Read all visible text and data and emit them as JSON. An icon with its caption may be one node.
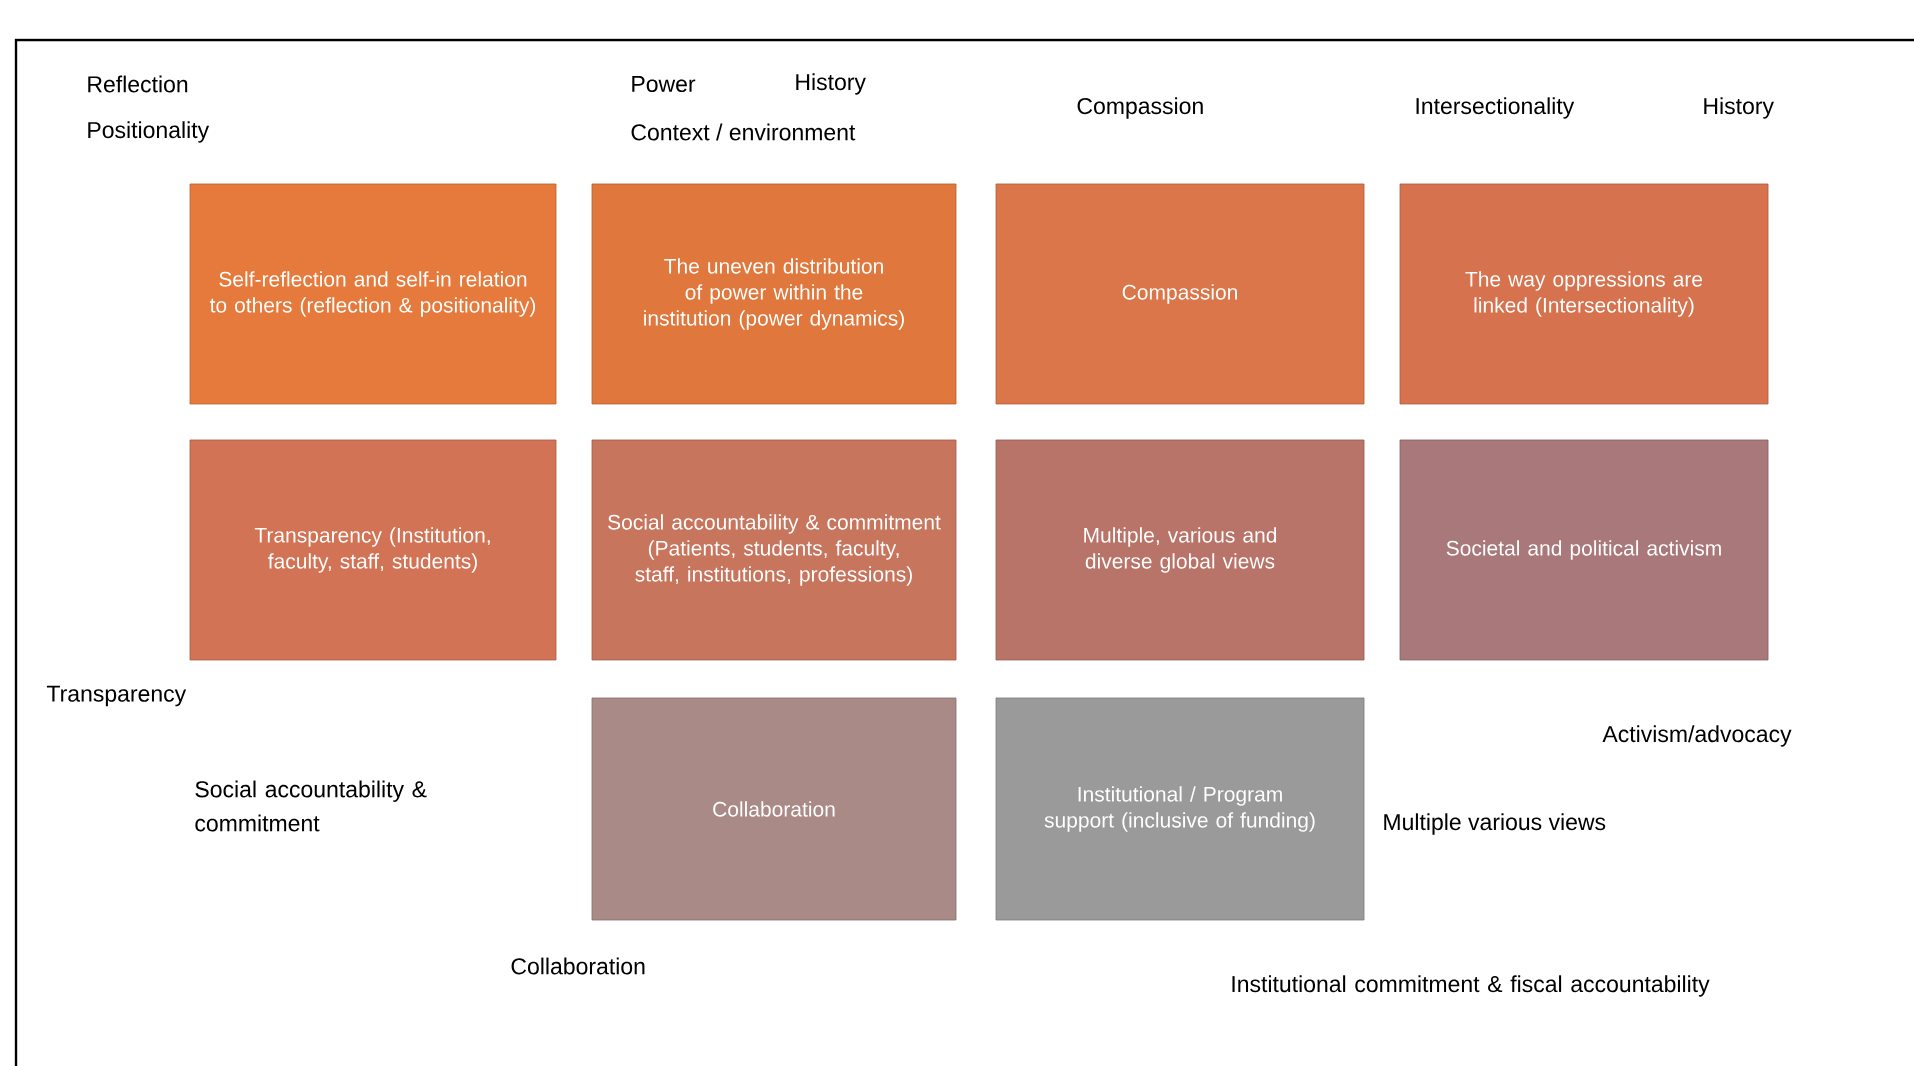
{
  "diagram": {
    "nodes": [
      {
        "text": [
          "Self-reflection and self-in relation to others (reflection & positionality)"
        ]
      },
      {
        "text": [
          "The uneven distribution of power within the institution (power dynamics)"
        ]
      },
      {
        "text": [
          "Compassion"
        ]
      },
      {
        "text": [
          "The way oppressions are linked (Intersectionality)"
        ]
      },
      {
        "text": [
          "Transparency (Institution, faculty, staff, students)"
        ]
      },
      {
        "text": [
          "Social accountability & commitment (Patients, students, faculty, staff, institutions, professions)"
        ]
      },
      {
        "text": [
          "Multiple, various and diverse global views"
        ]
      },
      {
        "text": [
          "Societal and political activism"
        ]
      },
      {
        "text": [
          "Collaboration"
        ]
      },
      {
        "text": [
          "Institutional / Program support (inclusive of funding)"
        ]
      }
    ],
    "labels": [
      "Reflection",
      "Positionality",
      "Power",
      "History",
      "Context / environment",
      "Compassion",
      "Intersectionality",
      "History",
      "Transparency",
      "Social accountability & commitment",
      "Activism/advocacy",
      "Multiple various views",
      "Collaboration",
      "Institutional commitment & fiscal accountability"
    ]
  }
}
